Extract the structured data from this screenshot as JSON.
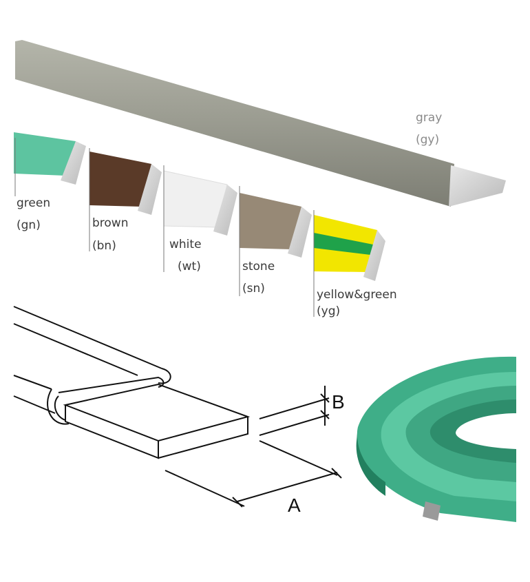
{
  "colors": [
    {
      "name": "gray",
      "code": "(gy)",
      "hex": "#9c9d92"
    },
    {
      "name": "green",
      "code": "(gn)",
      "hex": "#5dc4a0"
    },
    {
      "name": "brown",
      "code": "(bn)",
      "hex": "#5a3a28"
    },
    {
      "name": "white",
      "code": "(wt)",
      "hex": "#f2f2f2"
    },
    {
      "name": "stone",
      "code": "(sn)",
      "hex": "#978976"
    },
    {
      "name": "yellow&green",
      "code": "(yg)",
      "hex": "#f2e600"
    }
  ],
  "dimensions": {
    "a": "A",
    "b": "B"
  }
}
